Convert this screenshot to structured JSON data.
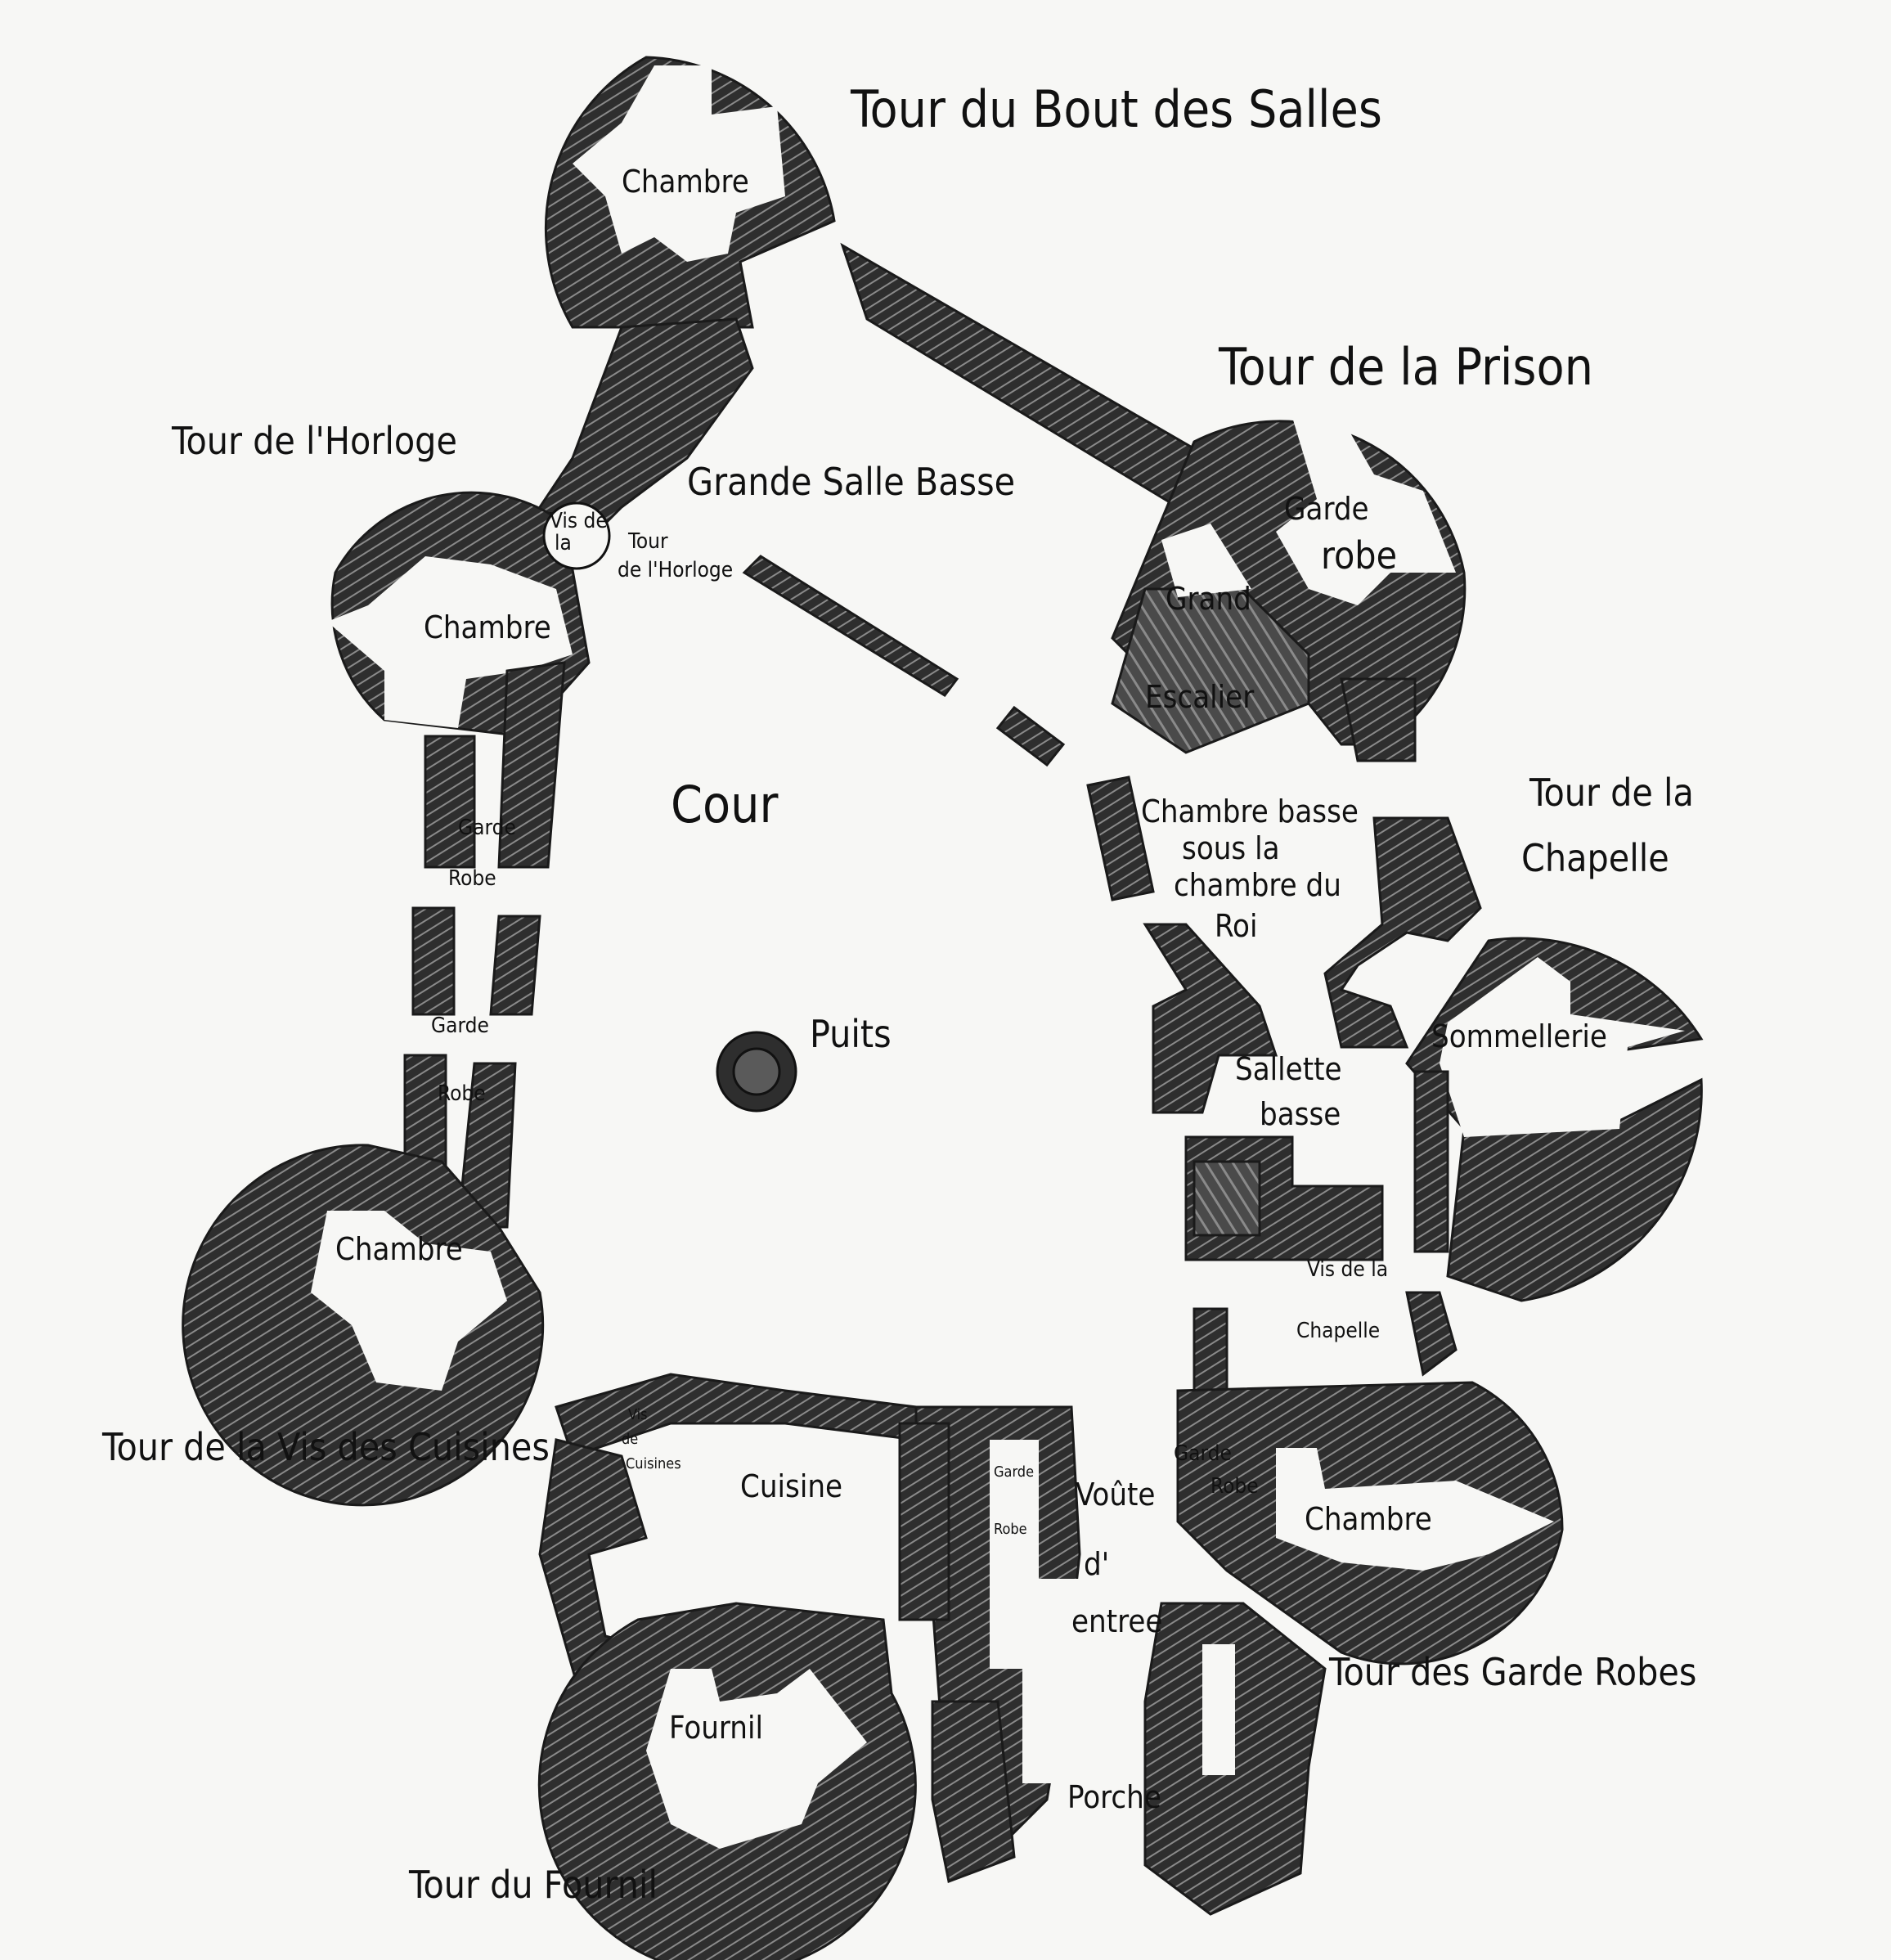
{
  "plan": {
    "colors": {
      "wall": "#2e2e2e",
      "hatch": "#8a8a8a",
      "paper": "#f7f7f5",
      "ink": "#111111",
      "stair": "#5a5a5a"
    },
    "towers": {
      "bout_des_salles": "Tour du Bout des Salles",
      "prison": "Tour de la Prison",
      "horloge": "Tour de l'Horloge",
      "chapelle_l1": "Tour de la",
      "chapelle_l2": "Chapelle",
      "vis_cuisines": "Tour de la Vis des Cuisines",
      "garde_robes": "Tour des Garde Robes",
      "fournil": "Tour du Fournil"
    },
    "rooms": {
      "chambre_top": "Chambre",
      "grande_salle": "Grande Salle Basse",
      "garde_robe_1": "Garde",
      "garde_robe_2": "robe",
      "grand": "Grand",
      "escalier": "Escalier",
      "vis_horloge_1": "Vis de",
      "vis_horloge_2": "la",
      "tour_horloge_1": "Tour",
      "tour_horloge_2": "de l'Horloge",
      "chambre_left": "Chambre",
      "cour": "Cour",
      "garde_robe_left_1": "Garde",
      "garde_robe_left_2": "Robe",
      "garde_robe_left_b1": "Garde",
      "garde_robe_left_b2": "Robe",
      "chambre_basse_1": "Chambre basse",
      "chambre_basse_2": "sous la",
      "chambre_basse_3": "chambre du",
      "chambre_basse_4": "Roi",
      "puits": "Puits",
      "sommellerie": "Sommellerie",
      "sallette_1": "Sallette",
      "sallette_2": "basse",
      "chambre_lower_left": "Chambre",
      "vis_chapelle_1": "Vis de la",
      "vis_chapelle_2": "Chapelle",
      "vis_cuisines_1": "Vis",
      "vis_cuisines_2": "de",
      "vis_cuisines_3": "Cuisines",
      "cuisine": "Cuisine",
      "garde_robe_gate_1": "Garde",
      "garde_robe_gate_2": "Robe",
      "voute_1": "Voûte",
      "voute_2": "d'",
      "voute_3": "entree",
      "garde_robe_right_1": "Garde",
      "garde_robe_right_2": "Robe",
      "chambre_right": "Chambre",
      "fournil": "Fournil",
      "porche": "Porche"
    }
  }
}
